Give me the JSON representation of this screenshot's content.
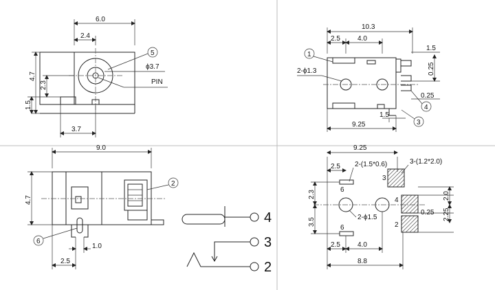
{
  "top_left": {
    "dim_width": "6.0",
    "dim_offset": "2.4",
    "dim_height": "4.7",
    "dim_center": "2.3",
    "dim_base": "1.5",
    "dim_pin": "3.7",
    "dim_hole": "ϕ3.7",
    "callout": "5",
    "pin_label": "PIN"
  },
  "top_right": {
    "dim_total": "10.3",
    "dim_a": "2.5",
    "dim_b": "4.0",
    "dim_c": "1.5",
    "dim_d": "0.25",
    "dim_e": "0.25",
    "dim_f": "1.5",
    "dim_g": "9.25",
    "holes": "2-ϕ1.3",
    "callout_1": "1",
    "callout_4": "4",
    "callout_3": "3"
  },
  "bottom_left": {
    "dim_width": "9.0",
    "dim_height": "4.7",
    "dim_a": "1.0",
    "dim_b": "2.5",
    "callout_2": "2",
    "callout_6": "6"
  },
  "schematic": {
    "pin_4": "4",
    "pin_3": "3",
    "pin_2": "2"
  },
  "footprint": {
    "dim_total": "9.25",
    "dim_a": "2.5",
    "slots": "2-(1.5*0.6)",
    "pads": "3-(1.2*2.0)",
    "pad_3": "3",
    "pad_4": "4",
    "pad_2": "2",
    "pad_6_top": "6",
    "pad_6_bot": "6",
    "dim_v1": "2.3",
    "dim_v2": "3.5",
    "dim_r1": "2.0",
    "dim_r2": "2.25",
    "dim_r3": "0.25",
    "holes": "2-ϕ1.5",
    "dim_b": "2.5",
    "dim_c": "4.0",
    "dim_total_bot": "8.8"
  }
}
